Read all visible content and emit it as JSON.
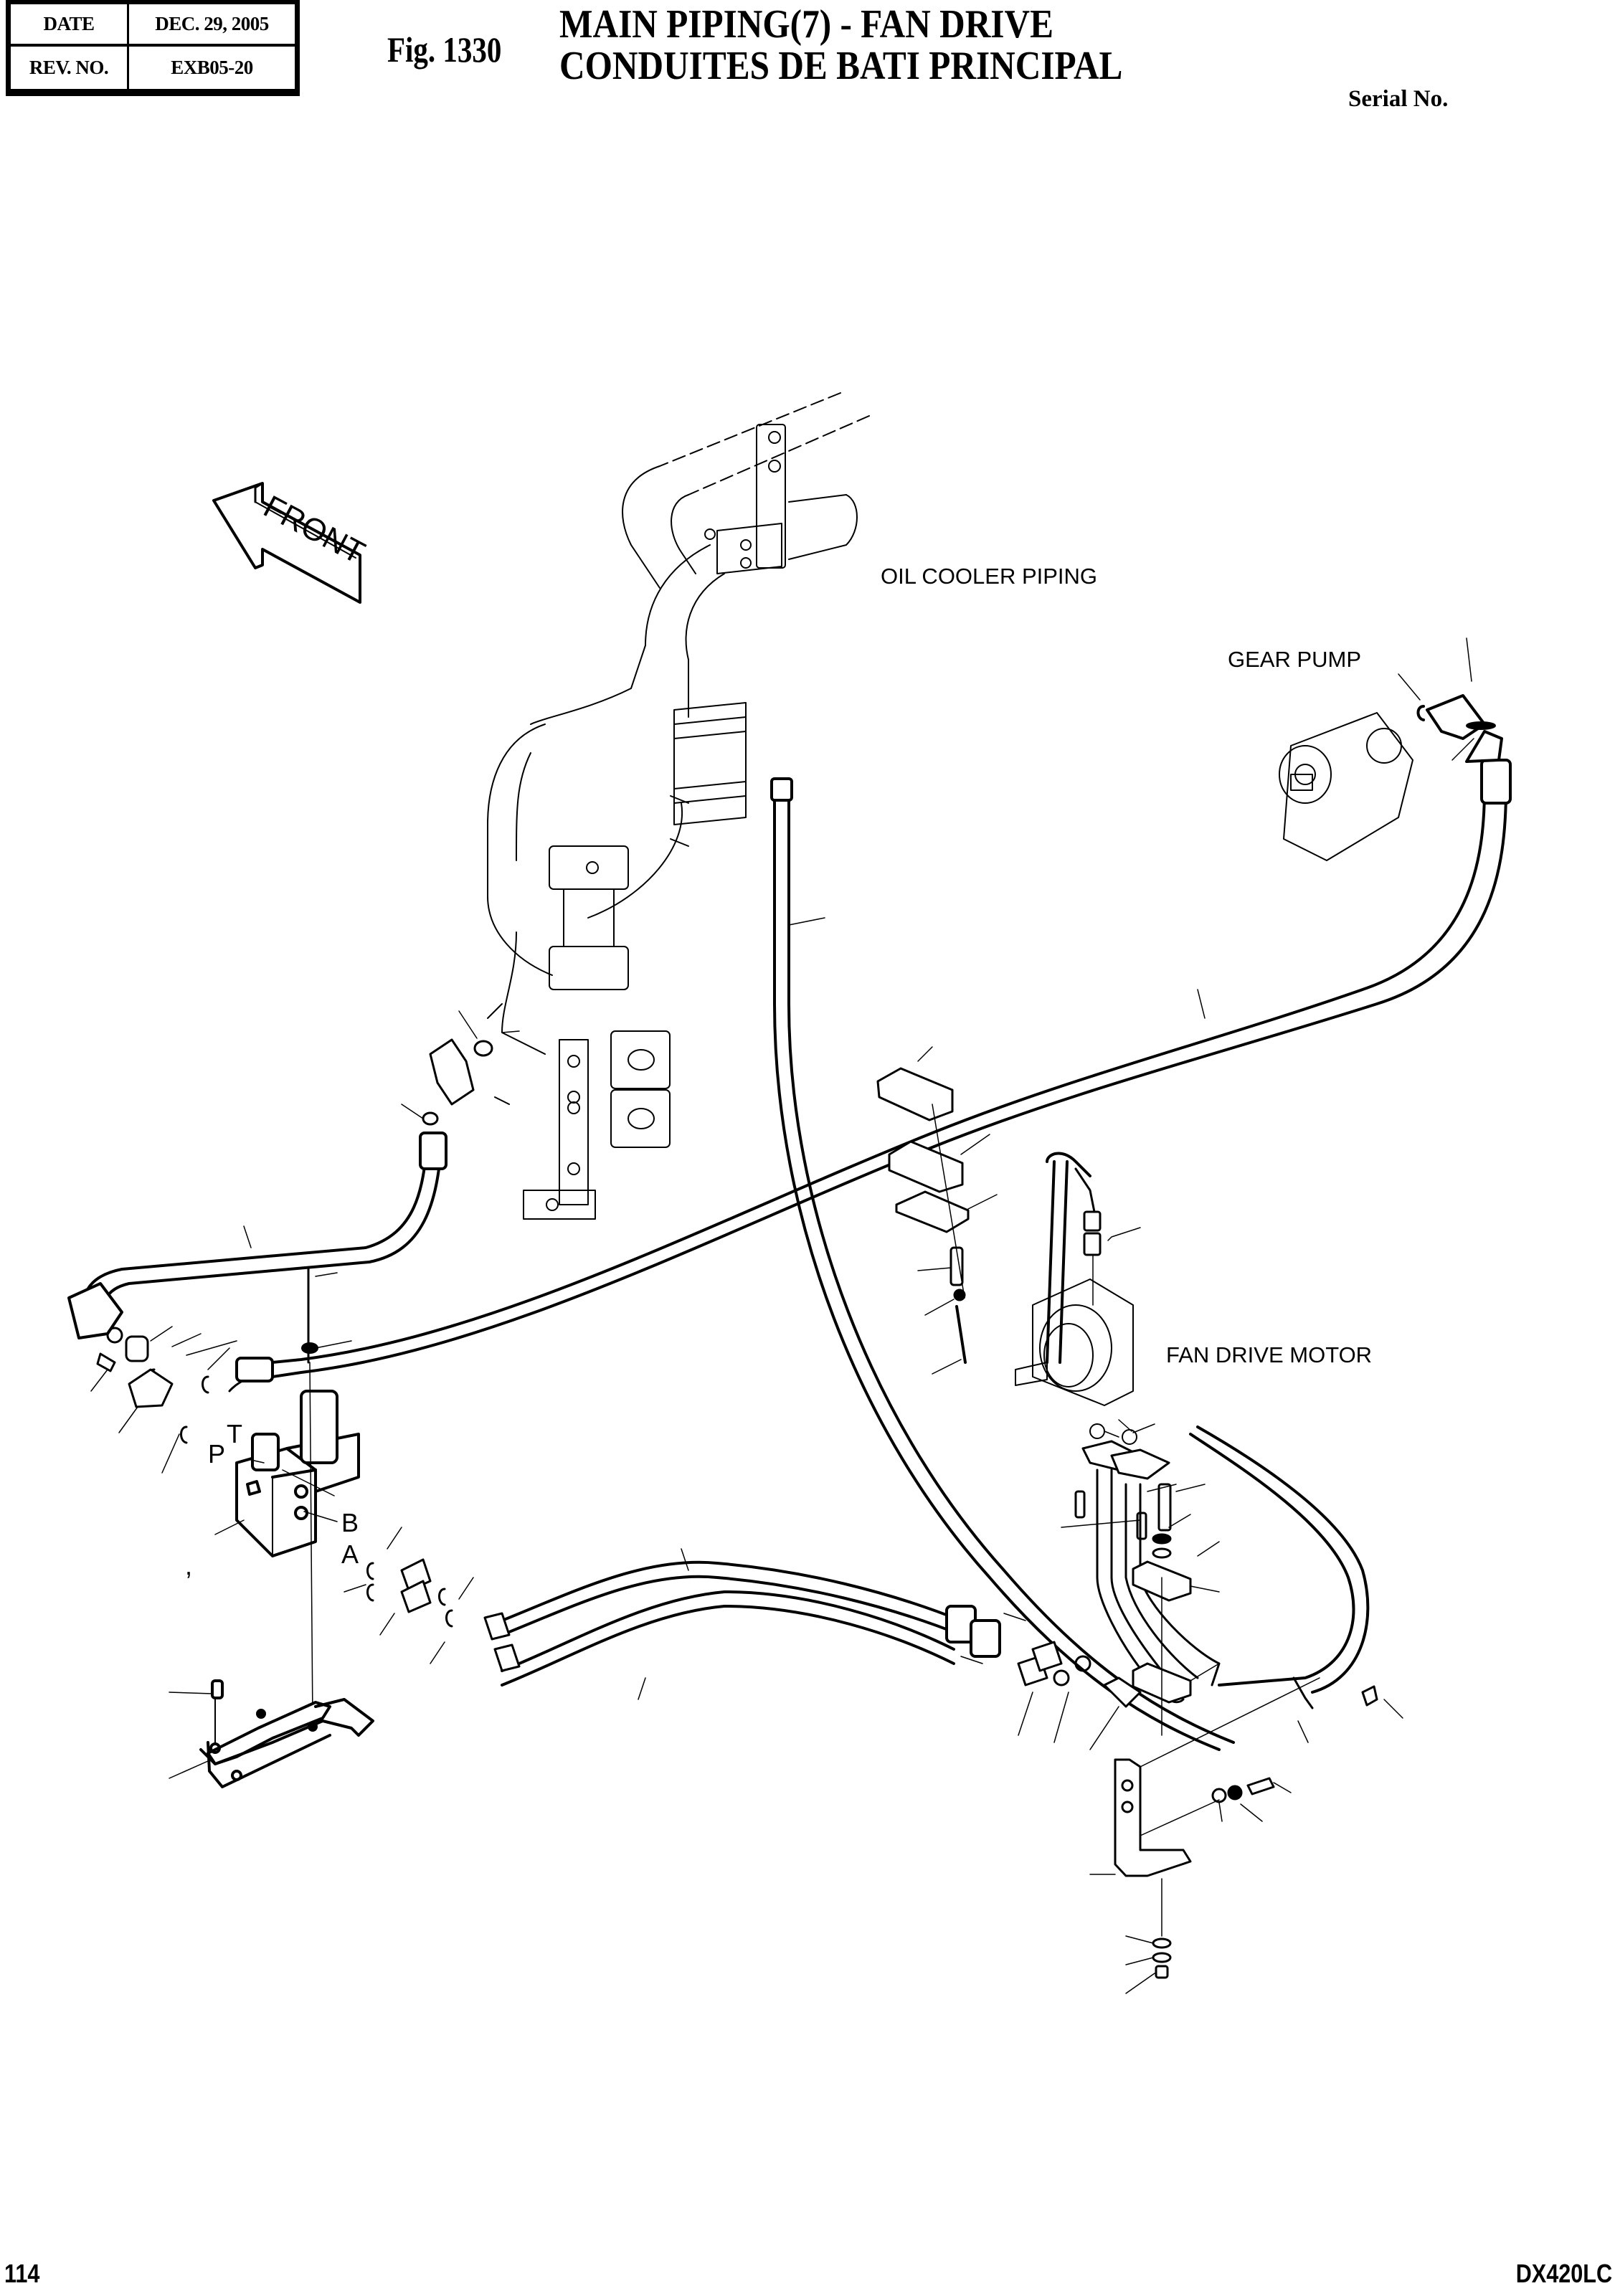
{
  "header": {
    "date_label": "DATE",
    "date_value": "DEC. 29, 2005",
    "rev_label": "REV. NO.",
    "rev_value": "EXB05-20",
    "figure_number": "Fig. 1330",
    "title_en": "MAIN PIPING(7) - FAN DRIVE",
    "title_fr": "CONDUITES DE BATI PRINCIPAL",
    "serial_label": "Serial No."
  },
  "drawing": {
    "front_arrow_label": "FRONT",
    "component_labels": {
      "oil_cooler_piping": "OIL COOLER PIPING",
      "gear_pump": "GEAR PUMP",
      "fan_drive_motor": "FAN DRIVE MOTOR"
    },
    "port_labels": {
      "t": "T",
      "p": "P",
      "b": "B",
      "a": "A"
    },
    "stray_mark": ","
  },
  "footer": {
    "page_number": "114",
    "model": "DX420LC"
  }
}
